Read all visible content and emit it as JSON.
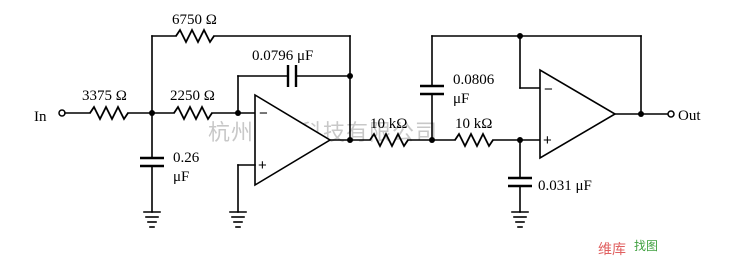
{
  "labels": {
    "in": "In",
    "out": "Out",
    "r_input": "3375 Ω",
    "r_feedback": "6750 Ω",
    "r_mid": "2250 Ω",
    "c_feedback1": "0.0796 μF",
    "c_shunt1_value": "0.26",
    "c_shunt1_unit": "μF",
    "r_stage2_a": "10 kΩ",
    "r_stage2_b": "10 kΩ",
    "c_feedback2_value": "0.0806",
    "c_feedback2_unit": "μF",
    "c_shunt2": "0.031 μF",
    "minus": "−",
    "plus": "+"
  },
  "watermark": {
    "text": "杭州将睿科技有限公司",
    "logo_text": "维库",
    "logo_text2": "找图"
  }
}
